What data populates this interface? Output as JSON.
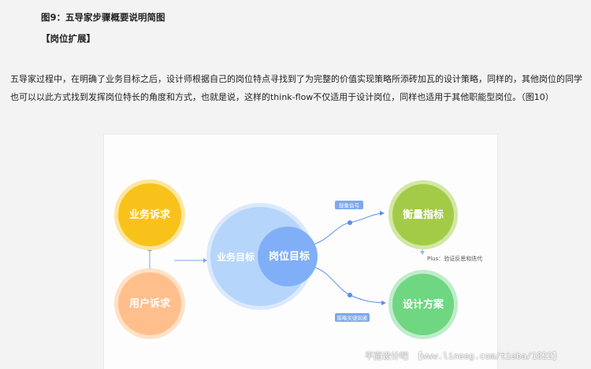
{
  "document": {
    "caption": "图9：五导家步骤概要说明简图",
    "subtitle": "【岗位扩展】",
    "paragraph": "五导家过程中，在明确了业务目标之后，设计师根据自己的岗位特点寻找到了为完整的价值实现策略所添砖加瓦的设计策略，同样的，其他岗位的同学也可以以此方式找到发挥岗位特长的角度和方式，也就是说，这样的think-flow不仅适用于设计岗位，同样也适用于其他职能型岗位。（图10）"
  },
  "diagram": {
    "business_demand": "业务诉求",
    "user_demand": "用户诉求",
    "business_goal": "业务目标",
    "role_goal": "岗位目标",
    "measure_indicator": "衡量指标",
    "design_plan": "设计方案",
    "tag_top": "现象信号",
    "tag_bottom": "策略关键因素",
    "plus_note": "Plus：验证反思和迭代",
    "colors": {
      "business_demand": "#f9c21b",
      "user_demand": "#ffbf8c",
      "business_goal": "#b5d5fb",
      "role_goal": "#80aff7",
      "measure_indicator": "#a4cb47",
      "design_plan": "#6fd681",
      "connector": "#5b8ee6"
    }
  },
  "watermark": "平面设计吧 【www.lineeg.com/tieba/1822】"
}
